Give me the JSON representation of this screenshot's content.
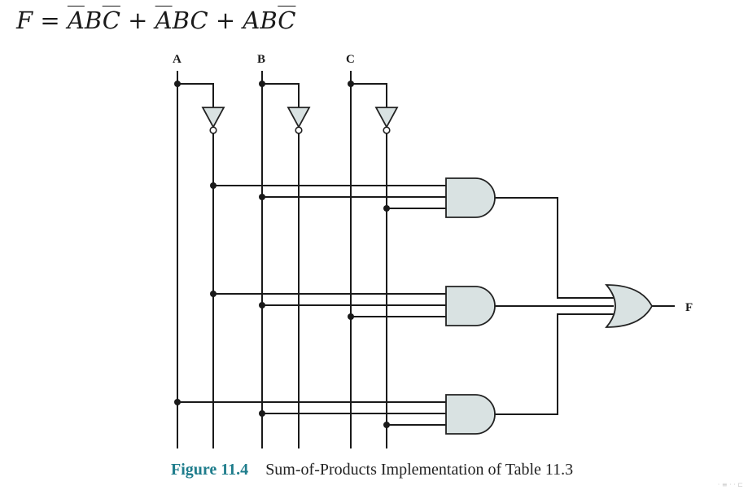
{
  "formula": {
    "lhs": "F",
    "eq": " = ",
    "terms": [
      {
        "parts": [
          {
            "t": "A",
            "bar": true
          },
          {
            "t": "B",
            "bar": false
          },
          {
            "t": "C",
            "bar": true
          }
        ]
      },
      {
        "parts": [
          {
            "t": "A",
            "bar": true
          },
          {
            "t": "B",
            "bar": false
          },
          {
            "t": "C",
            "bar": false
          }
        ]
      },
      {
        "parts": [
          {
            "t": "A",
            "bar": false
          },
          {
            "t": "B",
            "bar": false
          },
          {
            "t": "C",
            "bar": true
          }
        ]
      }
    ],
    "plus": " + "
  },
  "circuit": {
    "inputs": [
      "A",
      "B",
      "C"
    ],
    "output": "F",
    "gates": {
      "not": 3,
      "and": 3,
      "or": 1
    },
    "colors": {
      "wire": "#1a1a1a",
      "gate_fill": "#d9e2e2",
      "gate_stroke": "#222222"
    }
  },
  "caption": {
    "figure": "Figure 11.4",
    "text": "Sum-of-Products Implementation of Table 11.3"
  },
  "footer": {
    "glyphs": "· ≡ ·  · ⊏"
  }
}
